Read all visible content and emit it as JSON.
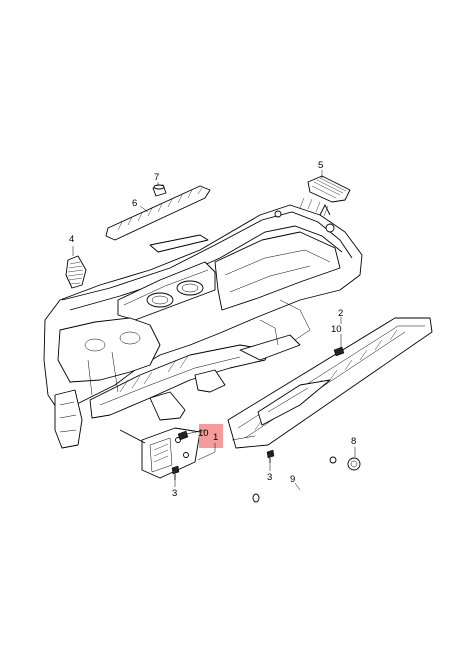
{
  "diagram": {
    "callouts": [
      {
        "id": "c1",
        "label": "1"
      },
      {
        "id": "c2",
        "label": "2"
      },
      {
        "id": "c3a",
        "label": "3"
      },
      {
        "id": "c3b",
        "label": "3"
      },
      {
        "id": "c4",
        "label": "4"
      },
      {
        "id": "c5",
        "label": "5"
      },
      {
        "id": "c6",
        "label": "6"
      },
      {
        "id": "c7",
        "label": "7"
      },
      {
        "id": "c8",
        "label": "8"
      },
      {
        "id": "c9",
        "label": "9"
      },
      {
        "id": "c10a",
        "label": "10"
      },
      {
        "id": "c10b",
        "label": "10"
      }
    ],
    "highlight_color": "#f28b8b"
  }
}
